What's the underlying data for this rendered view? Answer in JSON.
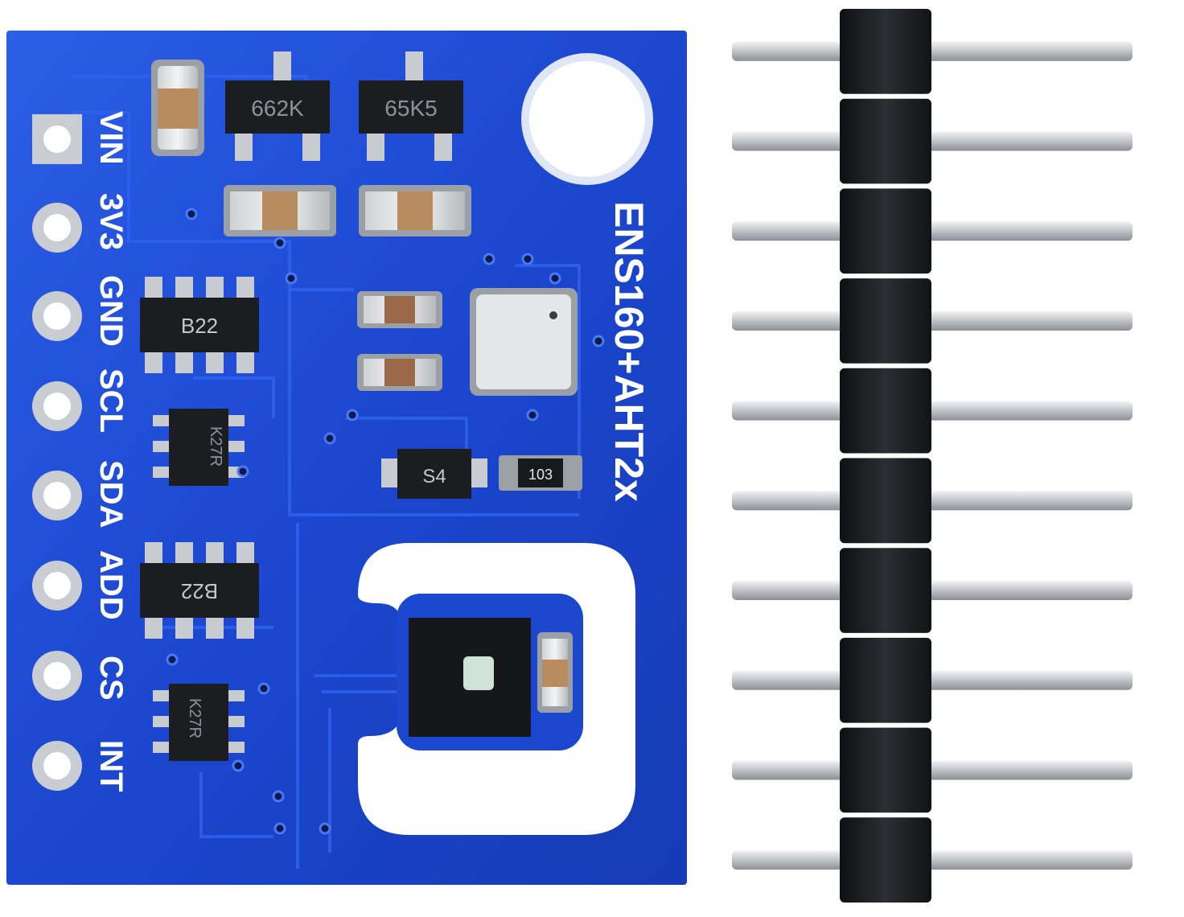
{
  "board": {
    "product_label": "ENS160+AHT2x",
    "pin_labels": [
      "VIN",
      "3V3",
      "GND",
      "SCL",
      "SDA",
      "ADD",
      "CS",
      "INT"
    ],
    "component_markings": {
      "regulator_left": "662K",
      "regulator_right": "65K5",
      "resistor_array_top": "B22",
      "resistor_array_bottom": "B22",
      "mosfet_top": "K27R",
      "mosfet_bottom": "K27R",
      "diode": "S4",
      "resistor": "103"
    }
  },
  "header": {
    "pin_count": 10
  },
  "colors": {
    "pcb_blue": "#1f4fd8",
    "silkscreen": "#ffffff",
    "header_plastic": "#1a1c20",
    "pin_metal": "#c9ccd0"
  }
}
